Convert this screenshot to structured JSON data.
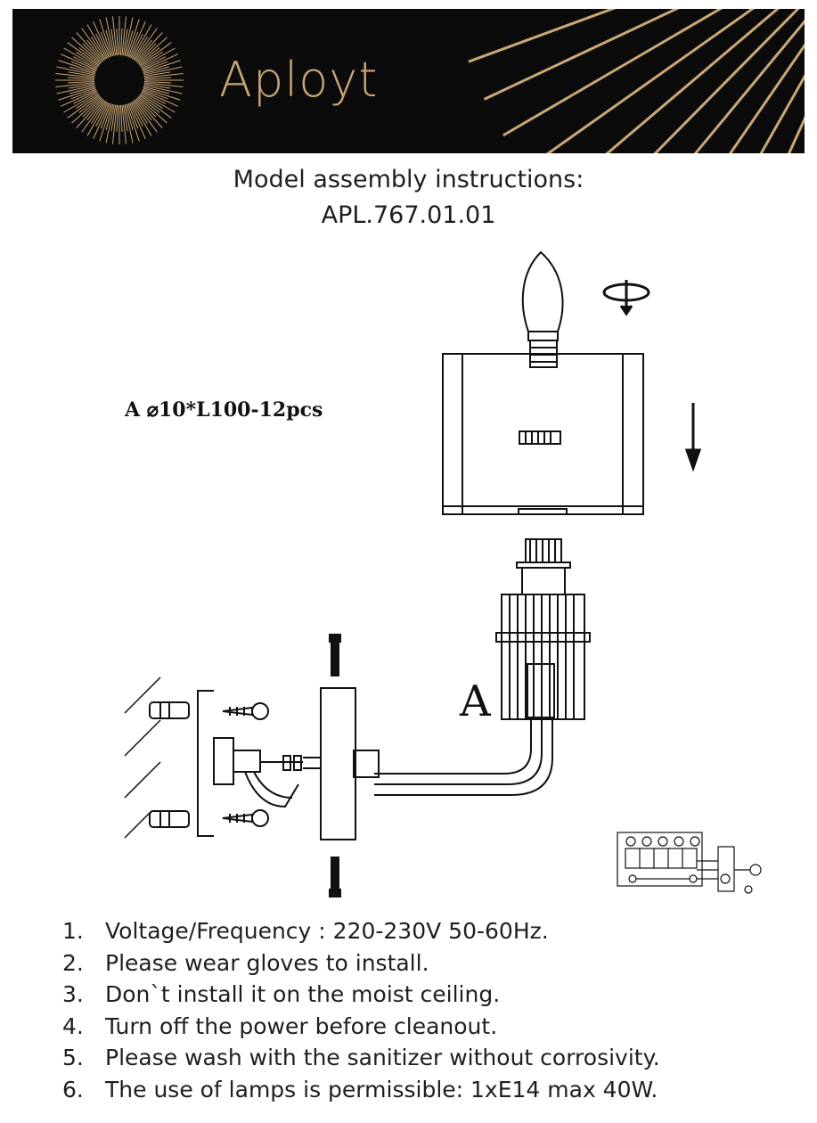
{
  "brand": {
    "name": "Aployt",
    "accent": "#c9a777",
    "background": "#0b0b0b"
  },
  "title": {
    "line1": "Model assembly instructions:",
    "line2": "APL.767.01.01"
  },
  "diagram": {
    "part_label": "A ⌀10*L100-12pcs",
    "callout_letter": "A"
  },
  "notes": [
    {
      "num": "1.",
      "text": "Voltage/Frequency : 220-230V 50-60Hz."
    },
    {
      "num": "2.",
      "text": "Please wear gloves to install."
    },
    {
      "num": "3.",
      "text": "Don`t install it on the moist ceiling."
    },
    {
      "num": "4.",
      "text": "Turn off the power before cleanout."
    },
    {
      "num": "5.",
      "text": "Please wash with the sanitizer without corrosivity."
    },
    {
      "num": "6.",
      "text": "The use of lamps is permissible: 1xE14 max 40W."
    }
  ]
}
